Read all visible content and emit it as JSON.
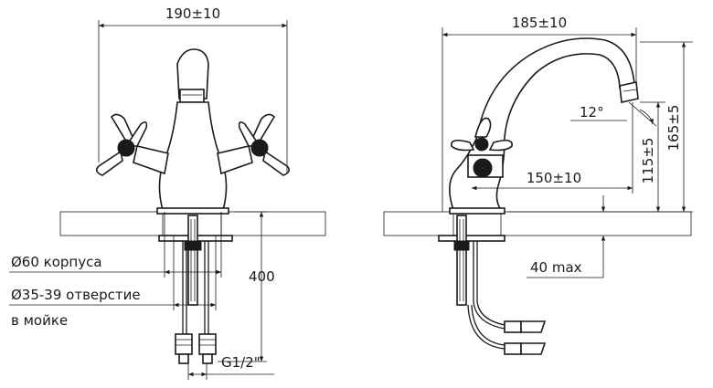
{
  "dimensions": {
    "front_width": "190±10",
    "side_width": "185±10",
    "spout_reach": "150±10",
    "spout_angle": "12°",
    "height_outlet": "115±5",
    "height_total": "165±5",
    "hose_length": "400",
    "mount_thickness": "40 max",
    "body_diameter": "Ø60 корпуса",
    "hole_diameter_line1": "Ø35-39 отверстие",
    "hole_diameter_line2": "в мойке",
    "thread": "G1/2\""
  },
  "colors": {
    "line": "#1a1a1a",
    "background": "#ffffff"
  }
}
